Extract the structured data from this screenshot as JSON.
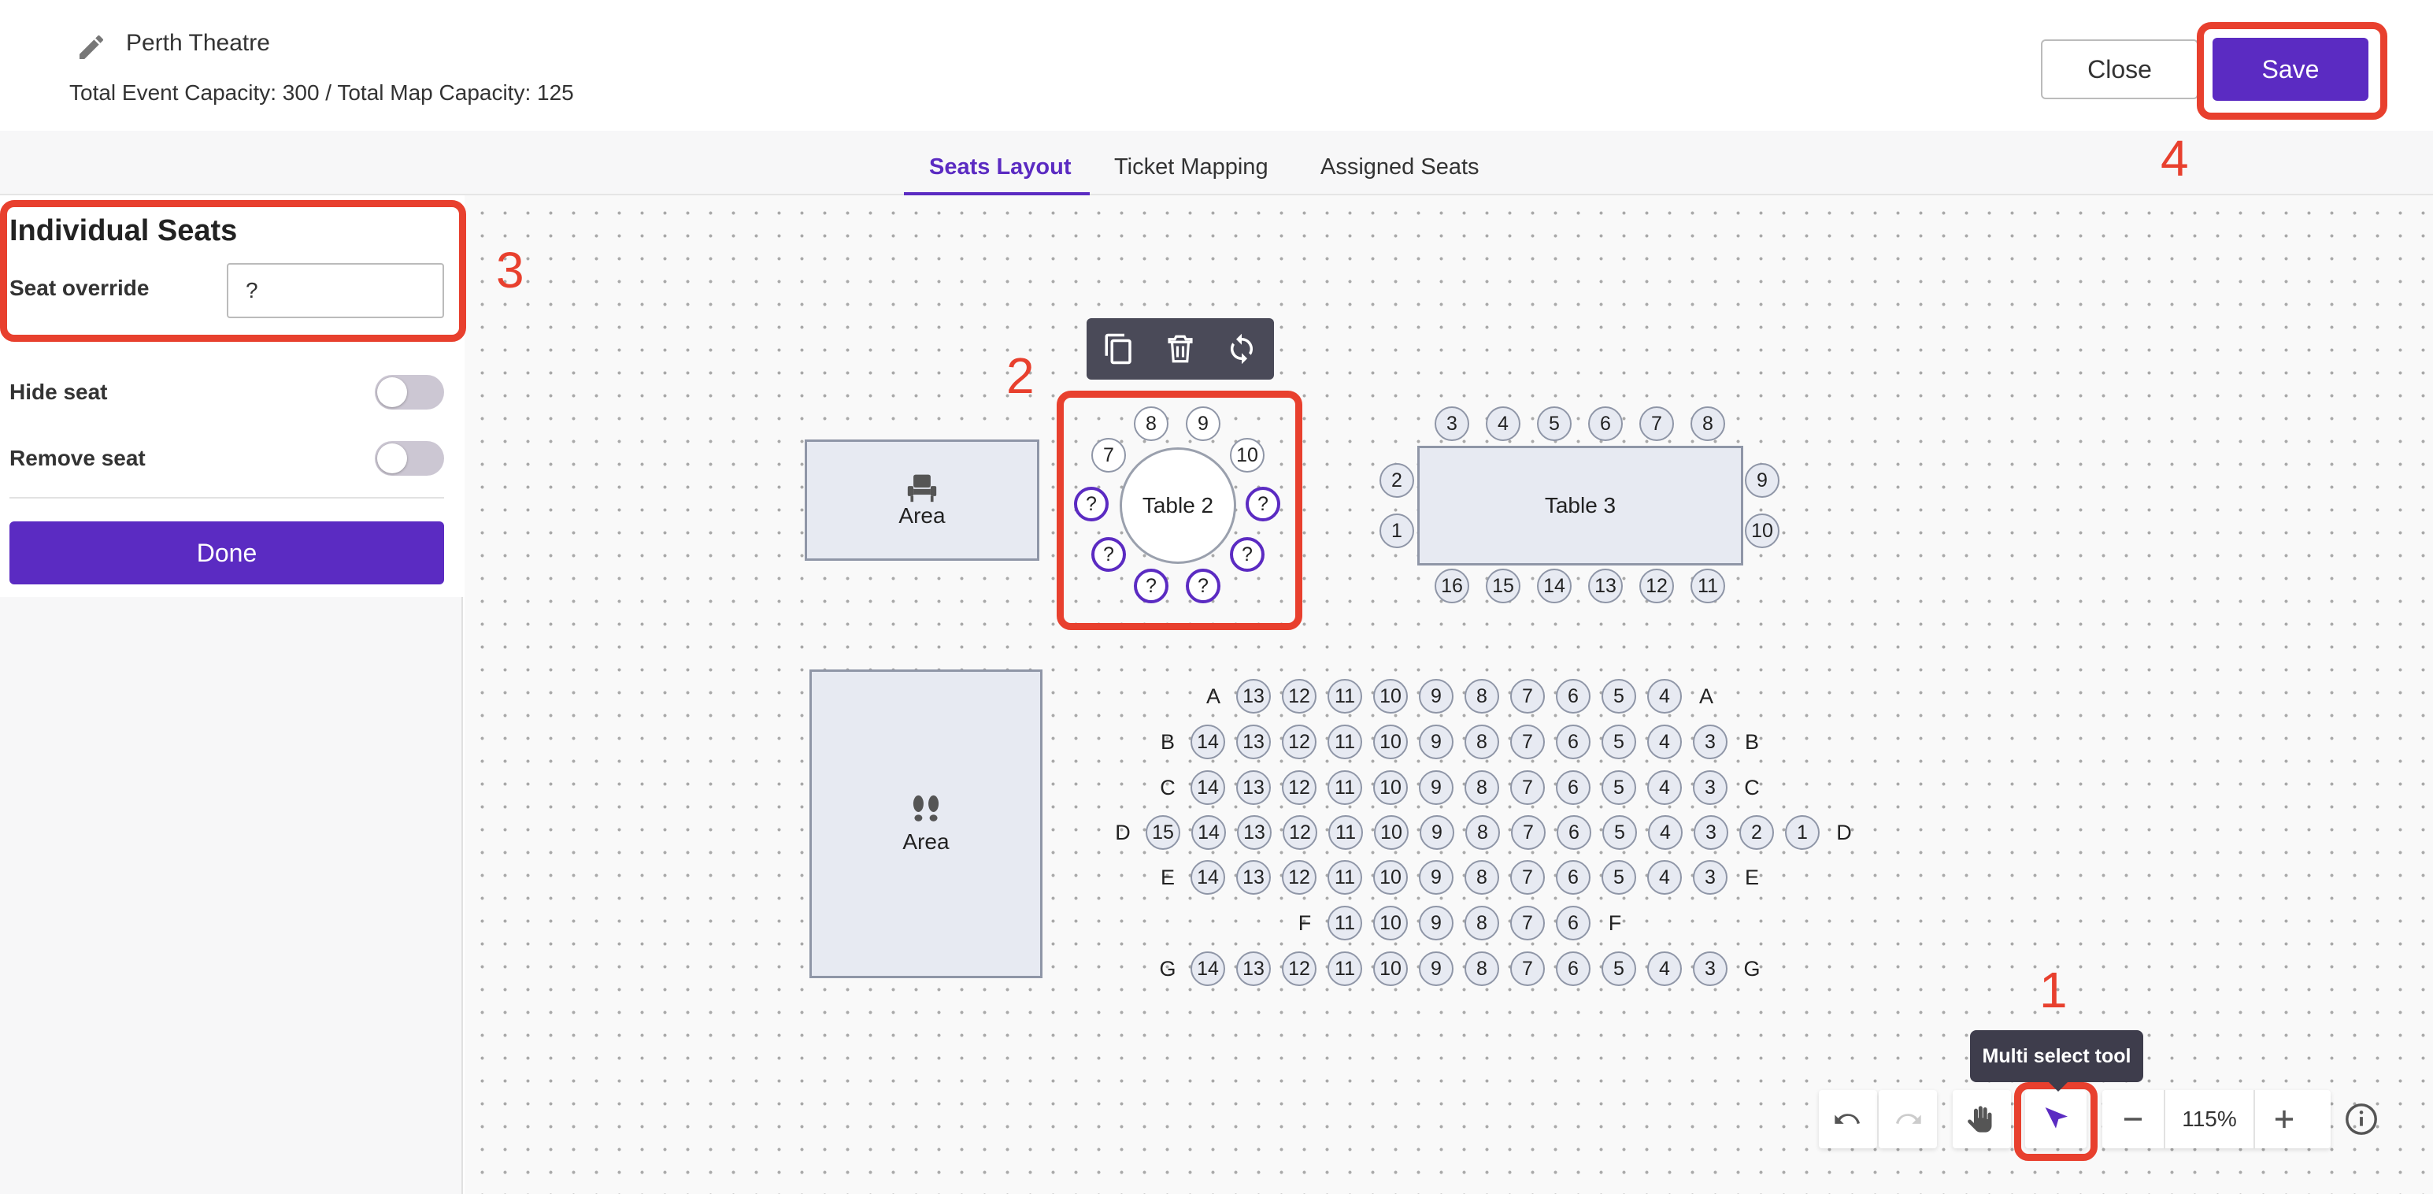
{
  "header": {
    "title": "Perth Theatre",
    "capacity": "Total Event Capacity: 300 / Total Map Capacity: 125",
    "close_label": "Close",
    "save_label": "Save"
  },
  "tabs": [
    {
      "label": "Seats Layout",
      "active": true
    },
    {
      "label": "Ticket Mapping",
      "active": false
    },
    {
      "label": "Assigned Seats",
      "active": false
    }
  ],
  "sidebar": {
    "title": "Individual Seats",
    "override_label": "Seat override",
    "override_value": "?",
    "hide_label": "Hide seat",
    "hide_on": false,
    "remove_label": "Remove seat",
    "remove_on": false,
    "done_label": "Done"
  },
  "canvas": {
    "area_top_label": "Area",
    "area_bottom_label": "Area",
    "table2": {
      "name": "Table 2",
      "seats": [
        "8",
        "9",
        "7",
        "10",
        "?",
        "?",
        "?",
        "?",
        "?",
        "?"
      ]
    },
    "table3": {
      "name": "Table 3",
      "top_seats": [
        "3",
        "4",
        "5",
        "6",
        "7",
        "8"
      ],
      "left_seats": [
        "2",
        "1"
      ],
      "right_seats": [
        "9",
        "10"
      ],
      "bottom_seats": [
        "16",
        "15",
        "14",
        "13",
        "12",
        "11"
      ]
    },
    "rows": [
      {
        "label": "A",
        "seats": [
          "13",
          "12",
          "11",
          "10",
          "9",
          "8",
          "7",
          "6",
          "5",
          "4"
        ]
      },
      {
        "label": "B",
        "seats": [
          "14",
          "13",
          "12",
          "11",
          "10",
          "9",
          "8",
          "7",
          "6",
          "5",
          "4",
          "3"
        ]
      },
      {
        "label": "C",
        "seats": [
          "14",
          "13",
          "12",
          "11",
          "10",
          "9",
          "8",
          "7",
          "6",
          "5",
          "4",
          "3"
        ]
      },
      {
        "label": "D",
        "seats": [
          "15",
          "14",
          "13",
          "12",
          "11",
          "10",
          "9",
          "8",
          "7",
          "6",
          "5",
          "4",
          "3",
          "2",
          "1"
        ]
      },
      {
        "label": "E",
        "seats": [
          "14",
          "13",
          "12",
          "11",
          "10",
          "9",
          "8",
          "7",
          "6",
          "5",
          "4",
          "3"
        ]
      },
      {
        "label": "F",
        "seats": [
          "11",
          "10",
          "9",
          "8",
          "7",
          "6"
        ]
      },
      {
        "label": "G",
        "seats": [
          "14",
          "13",
          "12",
          "11",
          "10",
          "9",
          "8",
          "7",
          "6",
          "5",
          "4",
          "3"
        ]
      }
    ]
  },
  "annotations": [
    "1",
    "2",
    "3",
    "4"
  ],
  "zoom": {
    "level": "115%",
    "tooltip": "Multi select tool"
  },
  "colors": {
    "accent": "#5b2bc2",
    "highlight": "#e8402e"
  },
  "icons": [
    "pencil-icon",
    "armchair-icon",
    "footprints-icon",
    "copy-icon",
    "trash-icon",
    "rotate-icon",
    "undo-icon",
    "redo-icon",
    "hand-icon",
    "cursor-icon",
    "minus-icon",
    "plus-icon",
    "info-icon"
  ]
}
